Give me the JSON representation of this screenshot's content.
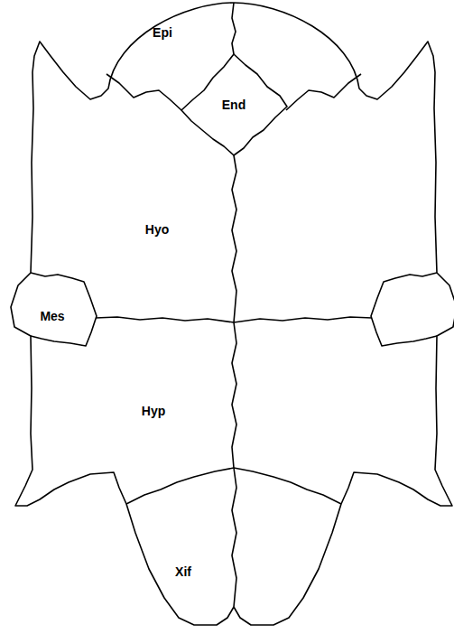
{
  "diagram": {
    "labels": [
      "Epi",
      "End",
      "Hyo",
      "Mes",
      "Hyp",
      "Xif"
    ]
  }
}
